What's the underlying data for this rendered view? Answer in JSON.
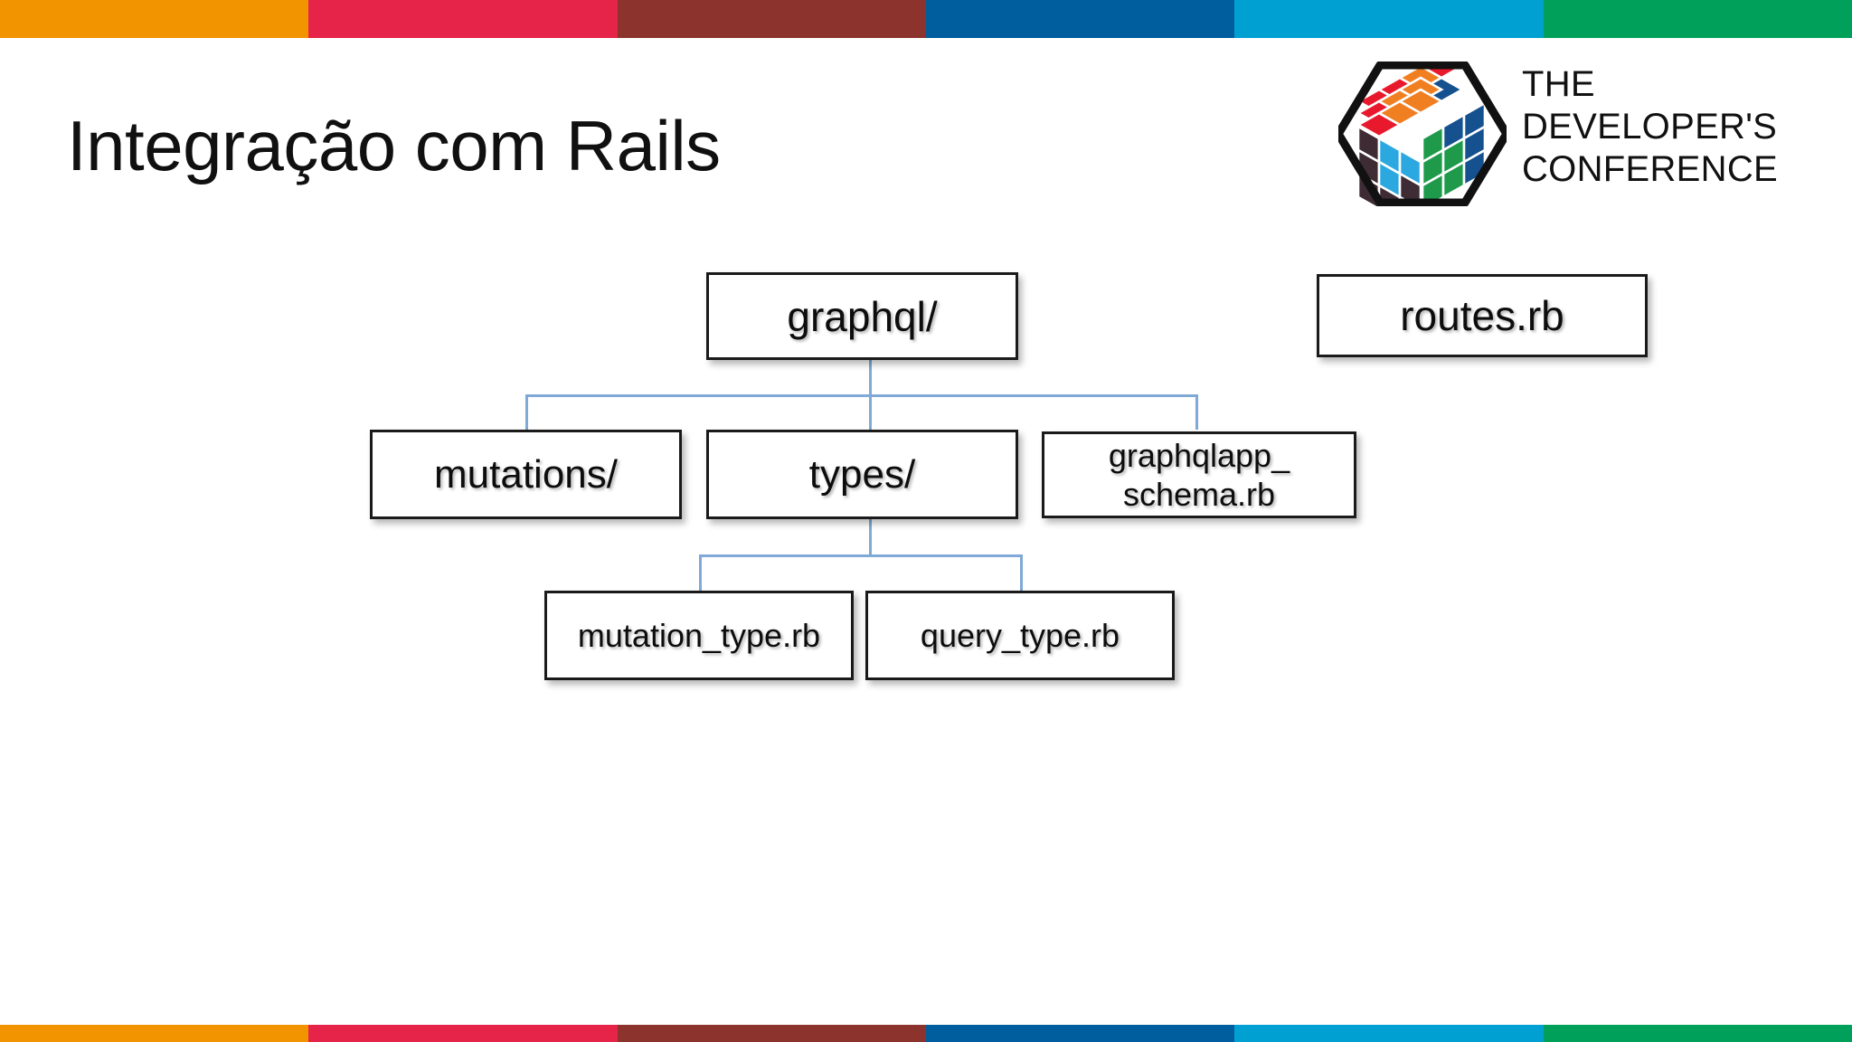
{
  "slide": {
    "title": "Integração com Rails",
    "background_color": "#ffffff"
  },
  "decor": {
    "top_bar_colors": [
      "#F29400",
      "#E62348",
      "#8C332E",
      "#005E9E",
      "#00A0D2",
      "#00A05A"
    ],
    "bottom_bar_colors": [
      "#F29400",
      "#E62348",
      "#8C332E",
      "#005E9E",
      "#00A0D2",
      "#00A05A"
    ]
  },
  "logo": {
    "name": "tdc-logo",
    "line1": "THE",
    "line2": "DEVELOPER'S",
    "line3": "CONFERENCE",
    "cube_colors": {
      "top_red": "#E8192C",
      "top_orange": "#F07F22",
      "left_dark": "#3E2B33",
      "left_blue": "#2BA8E0",
      "right_green": "#1E9A4A",
      "right_blue": "#15508F",
      "outline": "#111111"
    }
  },
  "diagram": {
    "type": "tree",
    "connector_color": "#7FA9D6",
    "nodes": [
      {
        "id": "graphql",
        "label": "graphql/",
        "level": 1
      },
      {
        "id": "routes",
        "label": "routes.rb",
        "level": 1
      },
      {
        "id": "mutations",
        "label": "mutations/",
        "level": 2
      },
      {
        "id": "types",
        "label": "types/",
        "level": 2
      },
      {
        "id": "schema_line1",
        "label": "graphqlapp_",
        "level": 2
      },
      {
        "id": "schema_line2",
        "label": "schema.rb",
        "level": 2
      },
      {
        "id": "mutation_type",
        "label": "mutation_type.rb",
        "level": 3
      },
      {
        "id": "query_type",
        "label": "query_type.rb",
        "level": 3
      }
    ]
  }
}
